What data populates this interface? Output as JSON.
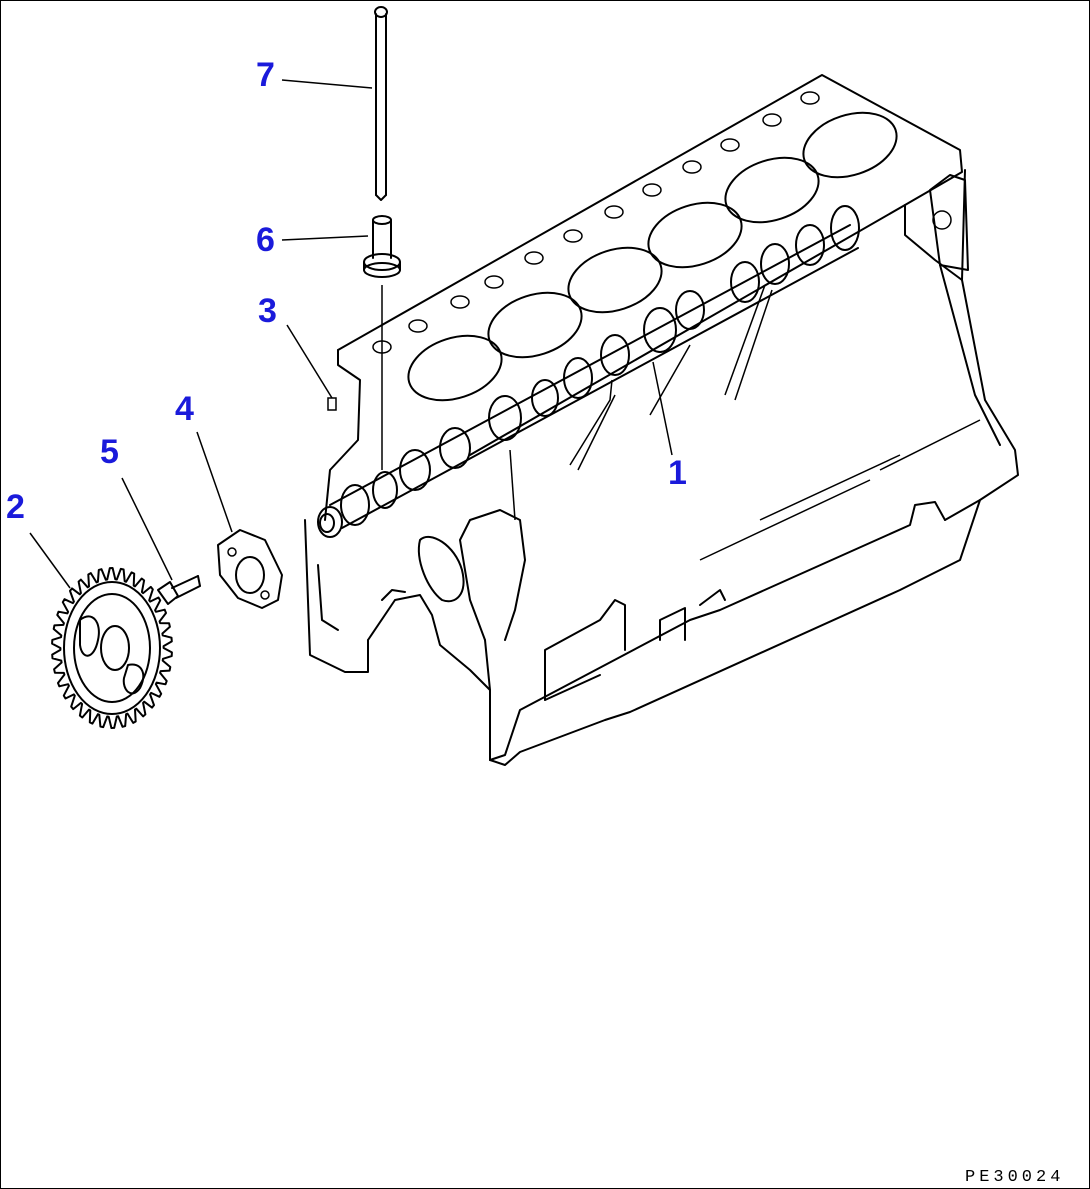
{
  "callouts": [
    {
      "id": "1",
      "label": "1"
    },
    {
      "id": "2",
      "label": "2"
    },
    {
      "id": "3",
      "label": "3"
    },
    {
      "id": "4",
      "label": "4"
    },
    {
      "id": "5",
      "label": "5"
    },
    {
      "id": "6",
      "label": "6"
    },
    {
      "id": "7",
      "label": "7"
    }
  ],
  "drawing_code": "PE30024",
  "colors": {
    "callout": "#1a1adb",
    "line": "#000000",
    "background": "#ffffff"
  }
}
